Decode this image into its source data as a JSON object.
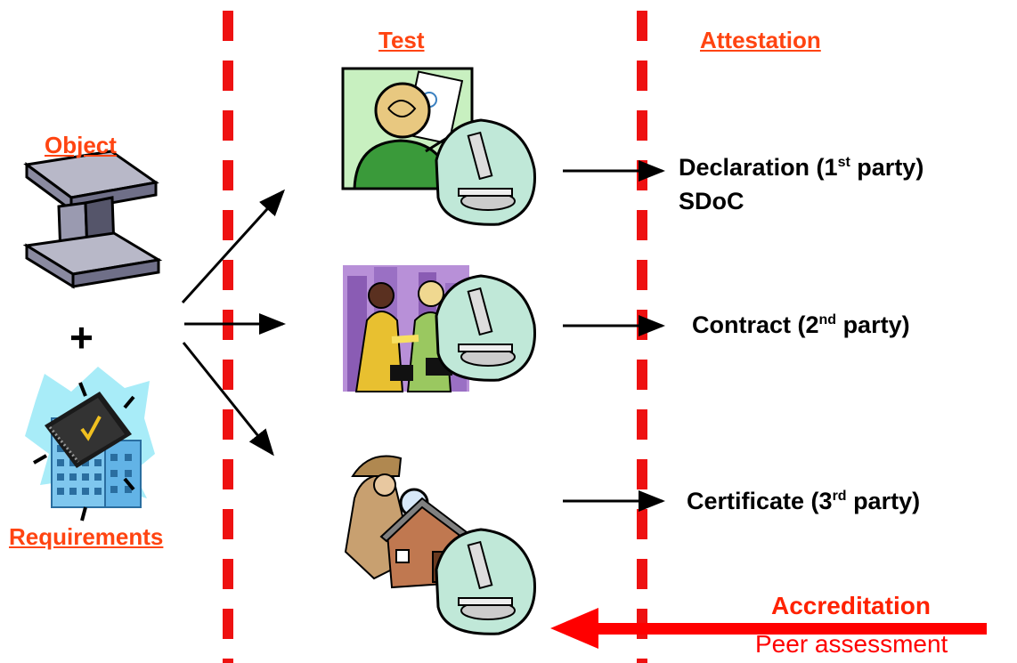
{
  "headers": {
    "test": "Test",
    "attestation": "Attestation",
    "object": "Object",
    "requirements": "Requirements"
  },
  "plus_sign": "+",
  "attestations": [
    {
      "prefix": "Declaration (1",
      "sup": "st",
      "suffix": " party)",
      "second_line": "SDoC"
    },
    {
      "prefix": "Contract (2",
      "sup": "nd",
      "suffix": " party)"
    },
    {
      "prefix": "Certificate (3",
      "sup": "rd",
      "suffix": " party)"
    }
  ],
  "accreditation": {
    "title": "Accreditation",
    "subtitle": "Peer assessment"
  },
  "colors": {
    "header": "#ff4411",
    "dashed_line": "#ee1111",
    "accreditation_arrow": "#ff0000"
  },
  "icons": [
    "steel-beam-icon",
    "requirements-book-icon",
    "scientist-icon",
    "handshake-icon",
    "inspector-house-icon",
    "microscope-icon"
  ]
}
